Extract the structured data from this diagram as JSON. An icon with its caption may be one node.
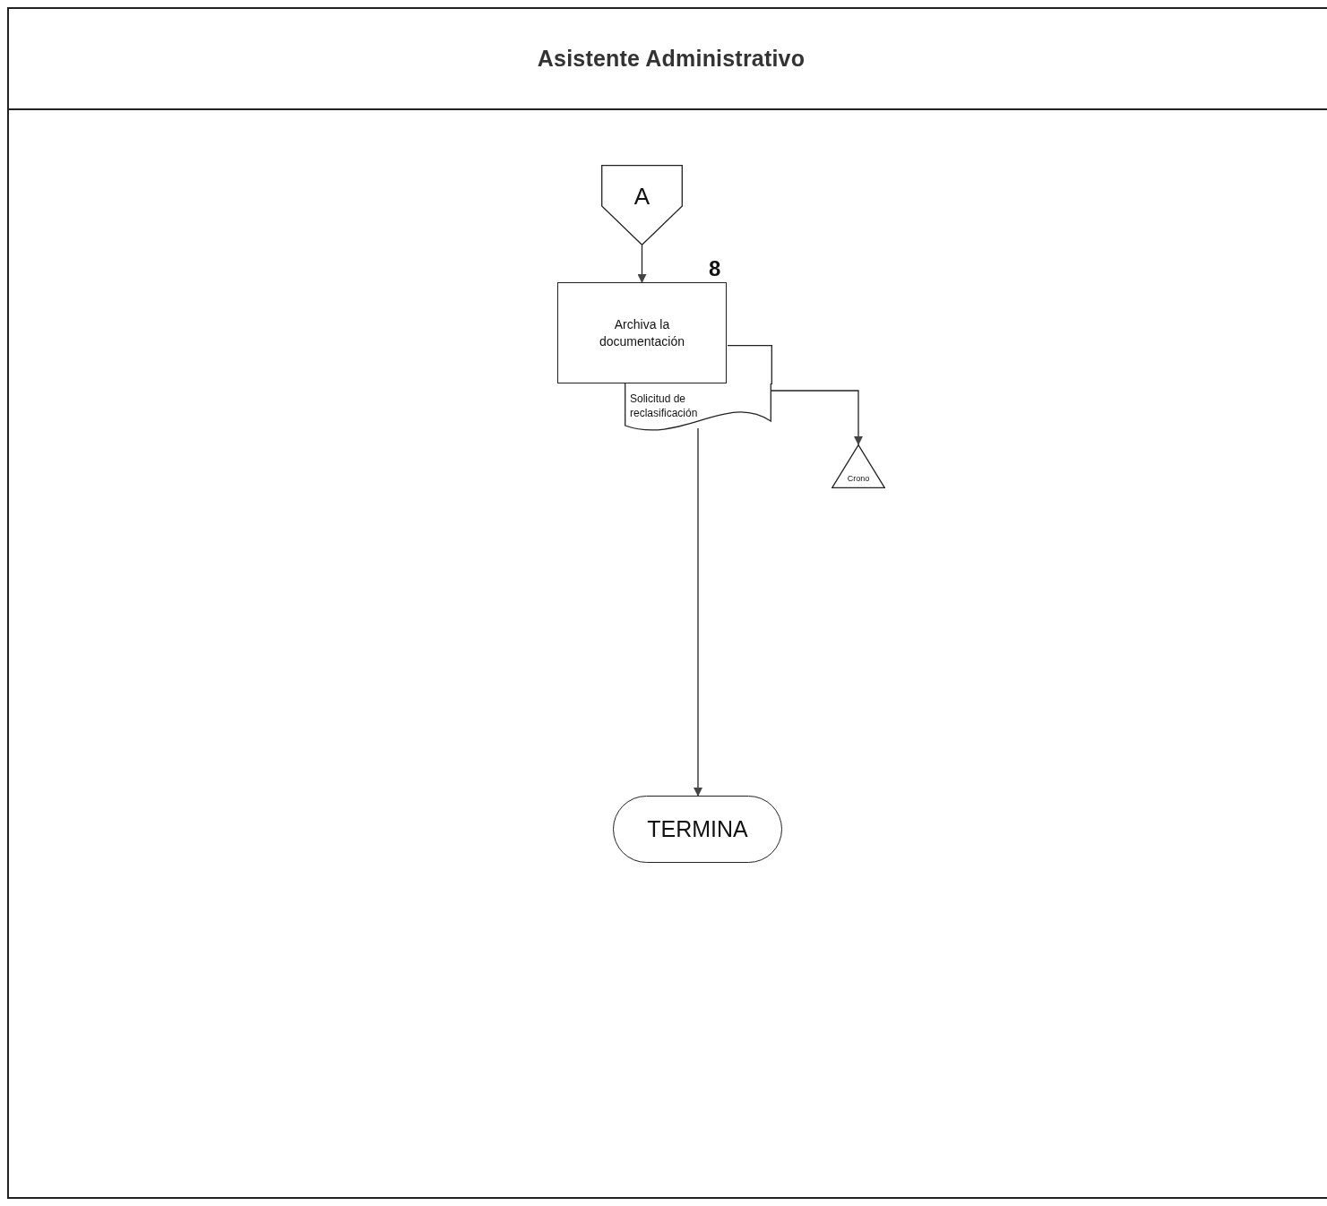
{
  "diagram": {
    "title": "Asistente Administrativo",
    "nodes": [
      {
        "text": [
          "A"
        ]
      },
      {
        "text": [
          "Archiva la documentación"
        ],
        "beside": [
          "8"
        ]
      },
      {
        "text": [
          "Solicitud de reclasificación"
        ]
      },
      {
        "text": [
          "Crono"
        ]
      },
      {
        "text": [
          "TERMINA"
        ]
      }
    ],
    "edges": [
      {
        "from": 0,
        "to": 1,
        "arrow": "to"
      },
      {
        "from": 2,
        "to": 3,
        "arrow": "to"
      },
      {
        "from": 2,
        "to": 4,
        "arrow": "to"
      }
    ]
  }
}
